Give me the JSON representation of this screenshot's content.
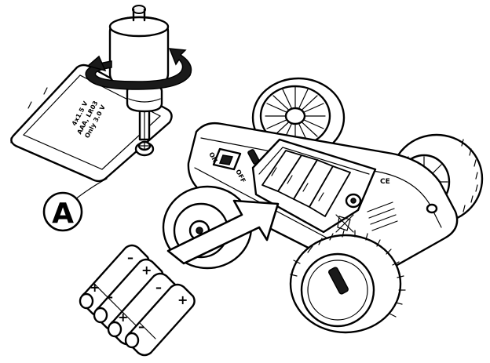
{
  "callout": {
    "letter": "A"
  },
  "cover_text": {
    "line1": "4x1.5 V",
    "line2": "AAA, LR03",
    "line3": "Only 3.0 V"
  },
  "switch": {
    "on_label": "ON",
    "off_label": "OFF"
  },
  "battery_polarity": {
    "plus": "+",
    "minus": "–"
  },
  "colors": {
    "line": "#000000",
    "background": "#ffffff",
    "fill": "#1a1a1a"
  }
}
